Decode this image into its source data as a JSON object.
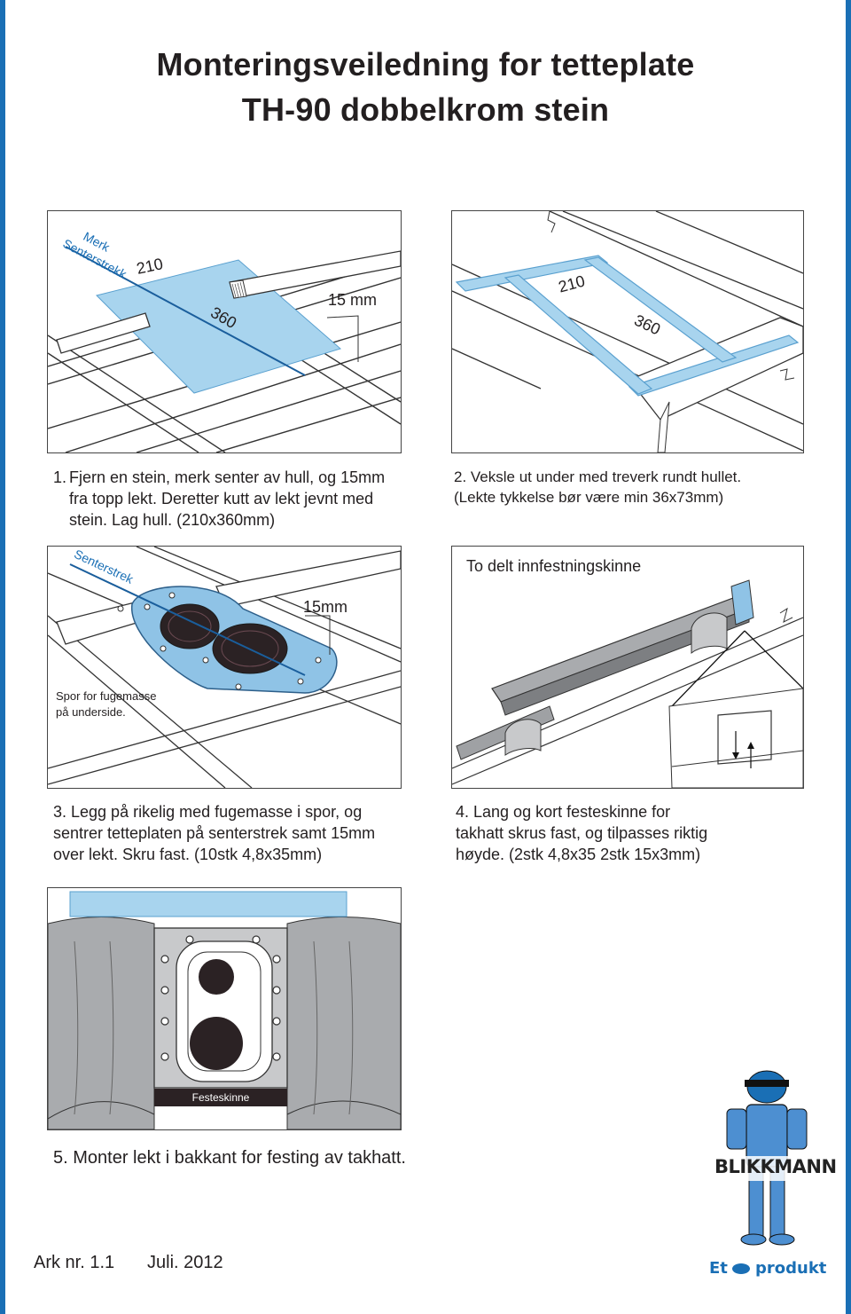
{
  "title": {
    "line1": "Monteringsveiledning for tetteplate",
    "line2": "TH-90 dobbelkrom stein"
  },
  "step1": {
    "number": "1.",
    "text": "Fjern en stein, merk senter av hull, og 15mm fra topp lekt. Deretter kutt av lekt jevnt med stein. Lag hull. (210x360mm)",
    "label_merk": "Merk",
    "label_senterstrekk": "Senterstrekk",
    "dim_210": "210",
    "dim_360": "360",
    "dim_15mm": "15 mm"
  },
  "step2": {
    "text": "2. Veksle ut under med treverk  rundt hullet.",
    "text2": "(Lekte tykkelse bør være min 36x73mm)",
    "dim_210": "210",
    "dim_360": "360"
  },
  "step3": {
    "text": "3. Legg på rikelig med fugemasse i spor, og sentrer tetteplaten på senterstrek samt 15mm over lekt. Skru fast. (10stk 4,8x35mm)",
    "label_senterstrek": "Senterstrek",
    "label_15mm": "15mm",
    "label_spor": "Spor for fugemasse på underside."
  },
  "step4": {
    "text": "4. Lang og kort festeskinne for takhatt skrus fast, og tilpasses riktig høyde. (2stk 4,8x35 2stk 15x3mm)",
    "label_to_delt": "To delt innfestningskinne"
  },
  "step5": {
    "text": "5. Monter lekt i bakkant for festing av takhatt.",
    "label_festeskinne": "Festeskinne"
  },
  "footer": {
    "ark": "Ark  nr.  1.1",
    "date": "Juli.  2012"
  },
  "logo": {
    "brand": "BLIKKMANN",
    "tagline_prefix": "Et",
    "tagline_suffix": "produkt"
  },
  "colors": {
    "accent_blue": "#1a6fb5",
    "light_blue": "#a8d4ee",
    "plate_blue": "#8fc3e6",
    "dark_hole": "#2b2224",
    "tile_gray": "#a9abae"
  }
}
